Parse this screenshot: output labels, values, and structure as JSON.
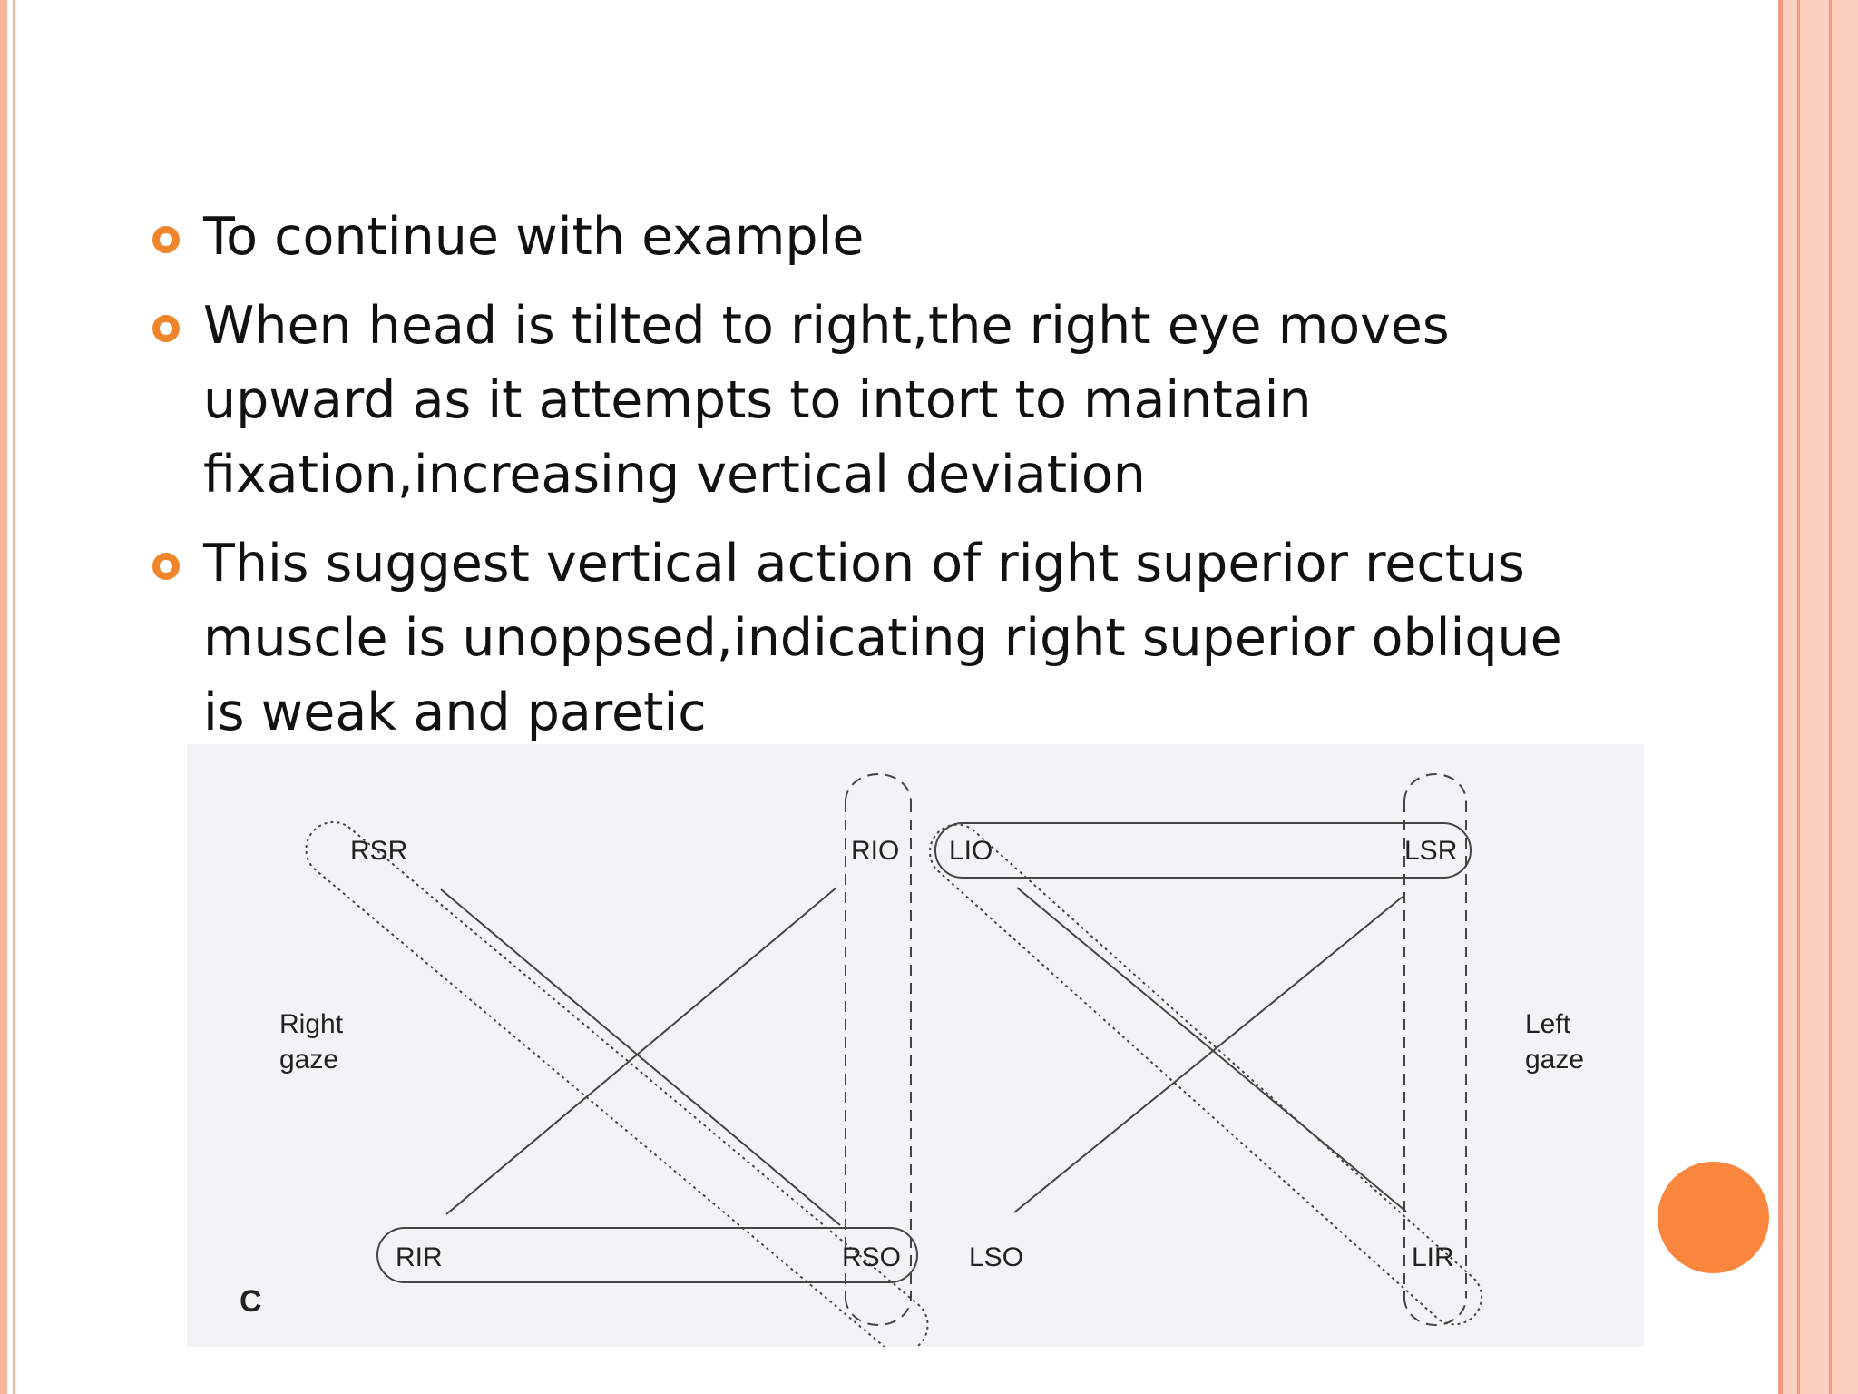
{
  "bullets": [
    "To continue with example",
    "When head is tilted to right,the right eye moves upward as it attempts to intort to maintain fixation,increasing vertical deviation",
    "This suggest vertical action of right superior rectus muscle is unoppsed,indicating right superior oblique is weak and paretic"
  ],
  "diagram": {
    "labels": {
      "rsr": "RSR",
      "rio": "RIO",
      "lio": "LIO",
      "lsr": "LSR",
      "rir": "RIR",
      "rso": "RSO",
      "lso": "LSO",
      "lir": "LIR",
      "right_gaze_1": "Right",
      "right_gaze_2": "gaze",
      "left_gaze_1": "Left",
      "left_gaze_2": "gaze",
      "panel": "C"
    }
  },
  "colors": {
    "accent": "#f0862c",
    "frame": "#f7b59d",
    "dot": "#fb873e"
  }
}
